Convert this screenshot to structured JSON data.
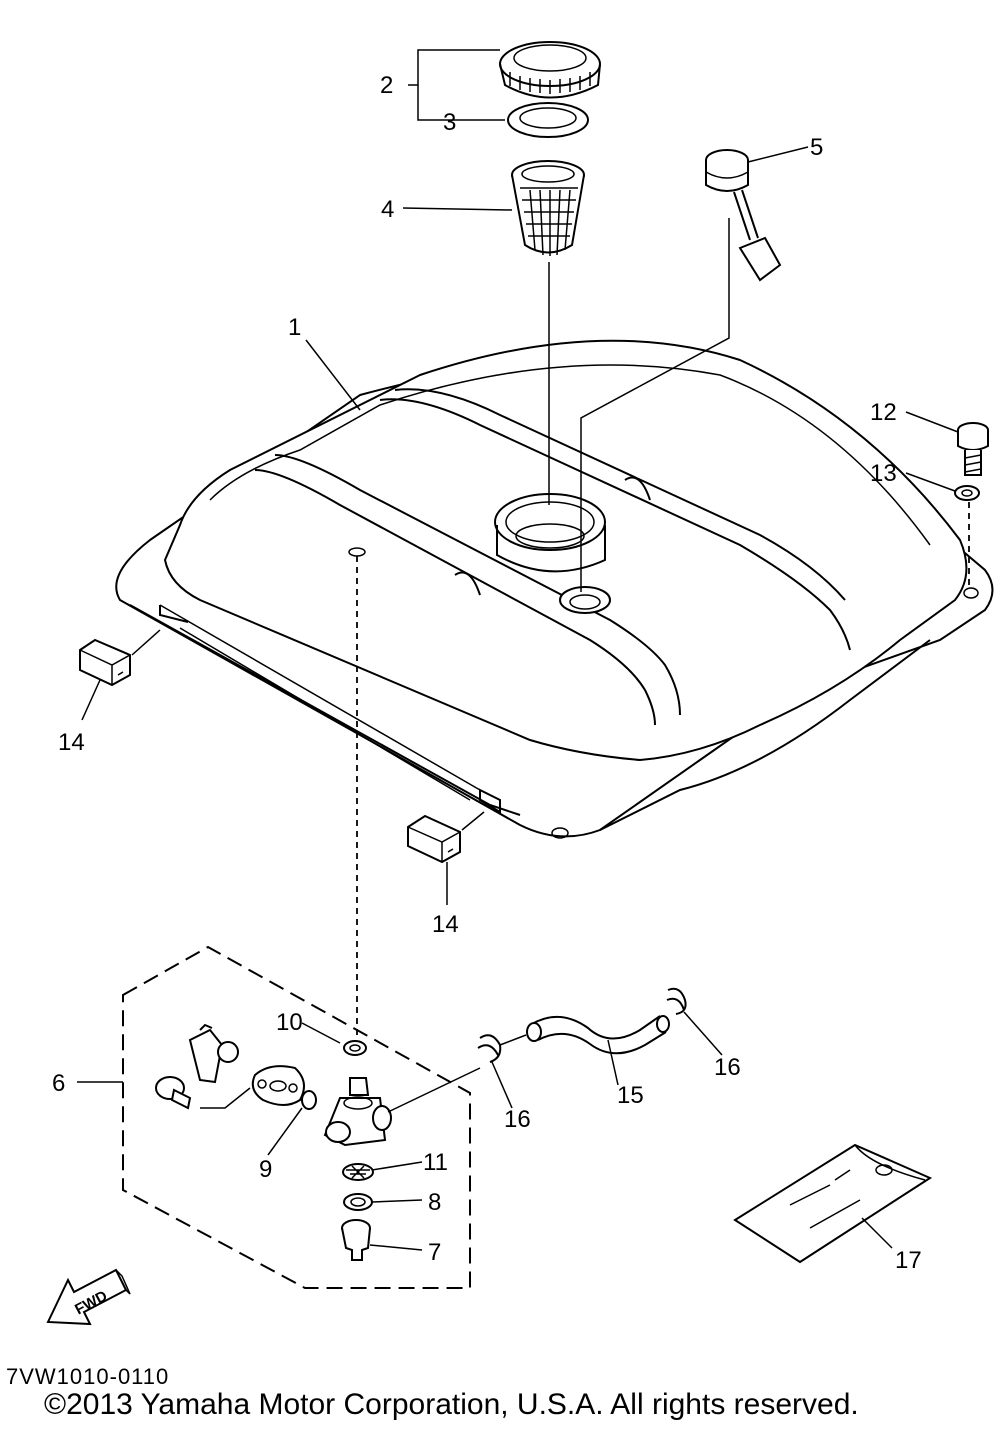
{
  "callouts": {
    "c1": "1",
    "c2": "2",
    "c3": "3",
    "c4": "4",
    "c5": "5",
    "c6": "6",
    "c7": "7",
    "c8": "8",
    "c9": "9",
    "c10": "10",
    "c11": "11",
    "c12": "12",
    "c13": "13",
    "c14a": "14",
    "c14b": "14",
    "c15": "15",
    "c16a": "16",
    "c16b": "16",
    "c17": "17"
  },
  "fwd_label": "FWD",
  "footer": {
    "diagram_code": "7VW1010-0110",
    "copyright": "©2013 Yamaha Motor Corporation, U.S.A. All rights reserved."
  },
  "icons": [
    "fwd-arrow-icon"
  ]
}
